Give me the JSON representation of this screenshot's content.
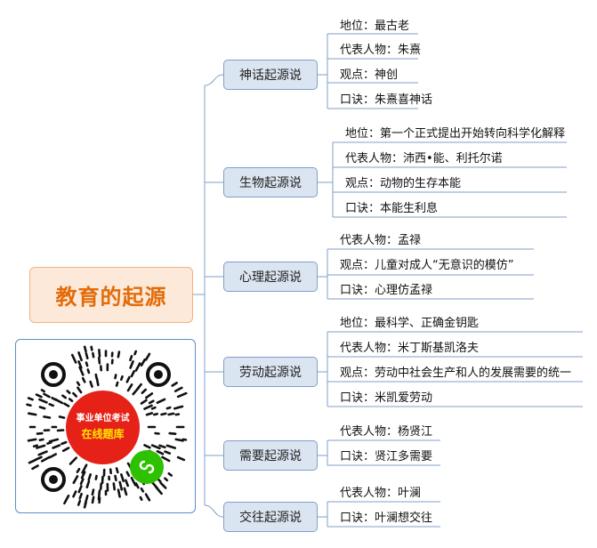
{
  "root": {
    "label": "教育的起源"
  },
  "branches": [
    {
      "label": "神话起源说",
      "items": [
        "地位：最古老",
        "代表人物：朱熹",
        "观点：神创",
        "口诀：朱熹喜神话"
      ]
    },
    {
      "label": "生物起源说",
      "items": [
        "地位：第一个正式提出开始转向科学化解释",
        "代表人物：沛西•能、利托尔诺",
        "观点：动物的生存本能",
        "口诀：本能生利息"
      ]
    },
    {
      "label": "心理起源说",
      "items": [
        "代表人物：孟禄",
        "观点：儿童对成人“无意识的模仿”",
        "口诀：心理仿孟禄"
      ]
    },
    {
      "label": "劳动起源说",
      "items": [
        "地位：最科学、正确金钥匙",
        "代表人物：米丁斯基凯洛夫",
        "观点：劳动中社会生产和人的发展需要的统一",
        "口诀：米凯爱劳动"
      ]
    },
    {
      "label": "需要起源说",
      "items": [
        "代表人物：杨贤江",
        "口诀：贤江多需要"
      ]
    },
    {
      "label": "交往起源说",
      "items": [
        "代表人物：叶澜",
        "口诀：叶澜想交往"
      ]
    }
  ],
  "qr_card": {
    "badge_line1": "事业单位考试",
    "badge_line2": "在线题库",
    "icon": "mini-program-icon"
  },
  "colors": {
    "root_fill": "#fde9d9",
    "root_text": "#e36c09",
    "branch_fill": "#dbe5f1",
    "connector": "#7f9fc9",
    "badge": "#e62117",
    "mini_program": "#2dc100"
  }
}
